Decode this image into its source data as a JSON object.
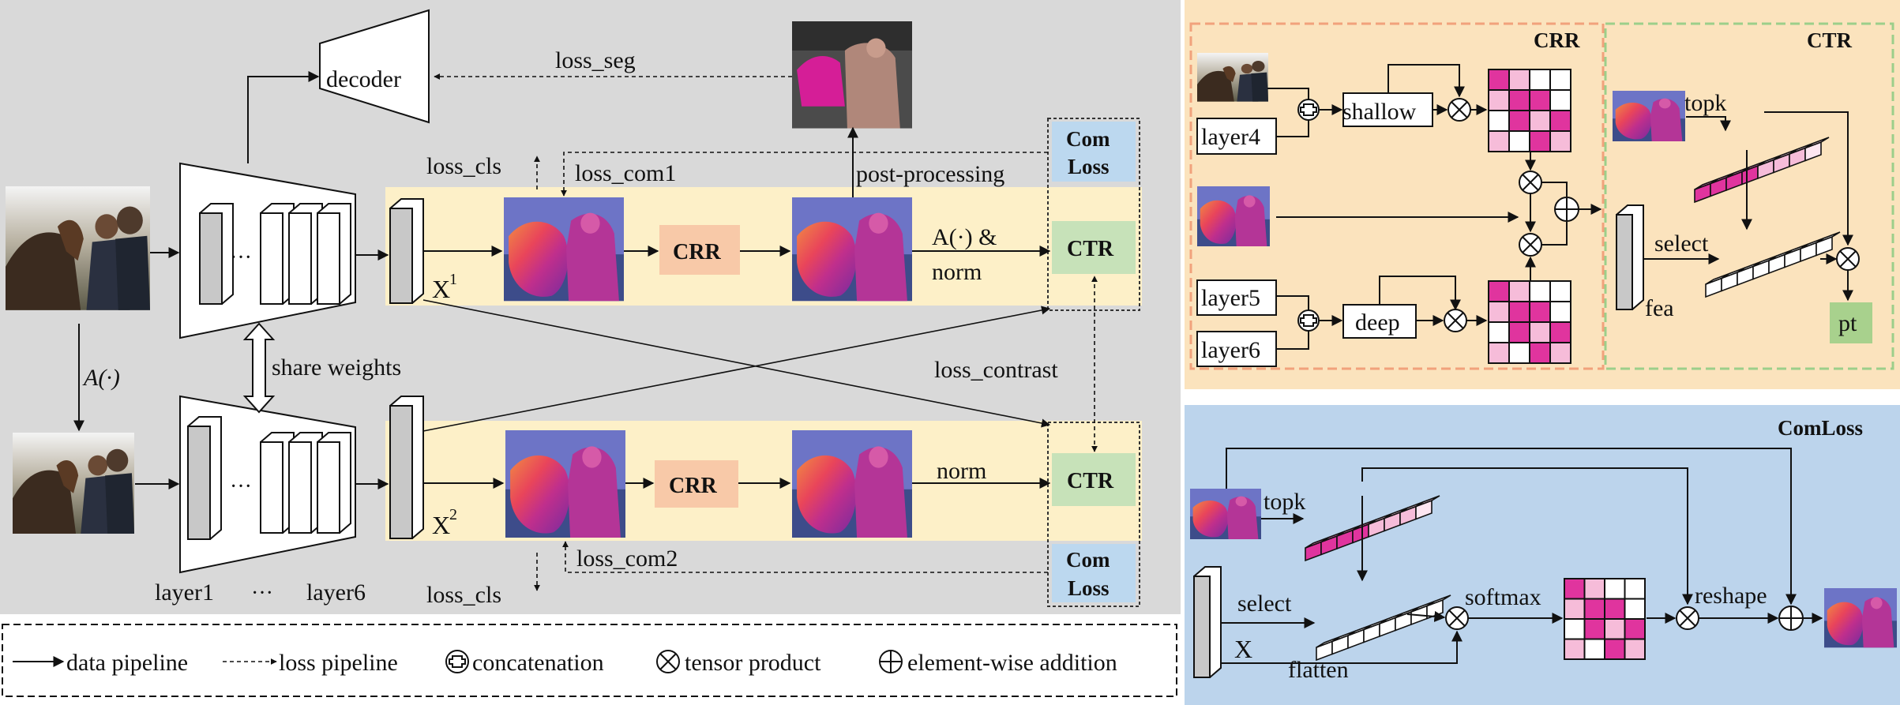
{
  "main": {
    "decoder": "decoder",
    "loss_seg": "loss_seg",
    "loss_cls": "loss_cls",
    "loss_com1": "loss_com1",
    "loss_com2": "loss_com2",
    "post_processing": "post-processing",
    "com_loss_line1": "Com",
    "com_loss_line2": "Loss",
    "crr": "CRR",
    "ctr": "CTR",
    "aug_norm_line1": "A(·) &",
    "aug_norm_line2": "norm",
    "norm": "norm",
    "x1": "X",
    "x1_sup": "1",
    "x2": "X",
    "x2_sup": "2",
    "aug": "A(·)",
    "share_weights": "share weights",
    "loss_contrast": "loss_contrast",
    "dots": "···",
    "layer1": "layer1",
    "layer6": "layer6"
  },
  "legend": {
    "data_pipeline": "data pipeline",
    "loss_pipeline": "loss pipeline",
    "concatenation": "concatenation",
    "tensor_product": "tensor product",
    "elementwise_addition": "element-wise addition"
  },
  "crr_panel": {
    "title": "CRR",
    "layer4": "layer4",
    "layer5": "layer5",
    "layer6": "layer6",
    "shallow": "shallow",
    "deep": "deep"
  },
  "ctr_panel": {
    "title": "CTR",
    "topk": "topk",
    "select": "select",
    "fea": "fea",
    "pt": "pt"
  },
  "comloss_panel": {
    "title": "ComLoss",
    "topk": "topk",
    "select": "select",
    "x": "X",
    "flatten": "flatten",
    "softmax": "softmax",
    "reshape": "reshape"
  },
  "colors": {
    "main_bg": "#d9d9d9",
    "pipeline_band": "#fdf0c8",
    "crr_bg": "#fbe3bd",
    "comloss_bg": "#bcd4ec",
    "crr_box": "#f8c9a8",
    "ctr_box": "#c7e2b9",
    "com_box": "#bcd8ef",
    "magenta": "#e0349e",
    "pink_light": "#f6bcd9"
  }
}
